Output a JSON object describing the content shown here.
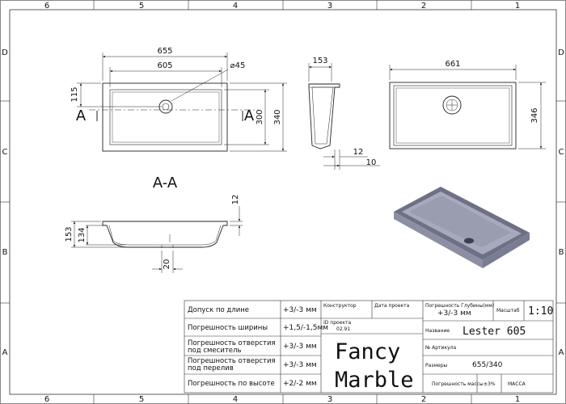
{
  "grid": {
    "columns": [
      "6",
      "5",
      "4",
      "3",
      "2",
      "1"
    ],
    "rows": [
      "D",
      "C",
      "B",
      "A"
    ]
  },
  "top_view": {
    "dims": [
      "655",
      "605",
      "⌀45",
      "115",
      "300",
      "340"
    ],
    "section_mark": "A"
  },
  "side_view": {
    "dims": [
      "153",
      "12",
      "10"
    ]
  },
  "right_view": {
    "dims": [
      "661",
      "346"
    ]
  },
  "section": {
    "title": "A-A",
    "dims": [
      "12",
      "153",
      "134",
      "20"
    ]
  },
  "title_block": {
    "rows": [
      {
        "label": "Допуск по длине",
        "value": "+3/-3 мм"
      },
      {
        "label": "Погрешность ширины",
        "value": "+1,5/-1,5мм"
      },
      {
        "label": "Погрешность отверстия под смеситель",
        "value": "+3/-3 мм"
      },
      {
        "label": "Погрешность отверстия под перелив",
        "value": "+3/-3 мм"
      },
      {
        "label": "Погрешность по высоте",
        "value": "+2/-2 мм"
      }
    ],
    "designer_label": "Конструктор",
    "date_label": "Дата проекта",
    "project_id_label": "ID проекта",
    "project_id_value": "02.91",
    "depth_tol_label": "Погрешность Глубины(мм)",
    "depth_tol_value": "+3/-3 мм",
    "scale_label": "Масштаб",
    "scale_value": "1:10",
    "name_label": "Название",
    "name_value": "Lester 605",
    "article_label": "№ Артикула",
    "size_label": "Размеры",
    "size_value": "655/340",
    "mass_tol_label": "Погрешность массы",
    "mass_tol_value": "±3%",
    "mass_label": "МАССА",
    "brand_line1": "Fancy",
    "brand_line2": "Marble"
  },
  "colors": {
    "line": "#222222",
    "sink_body": "#8c8fa3",
    "sink_inner": "#a7aabd",
    "sink_rim": "#6e7186"
  }
}
